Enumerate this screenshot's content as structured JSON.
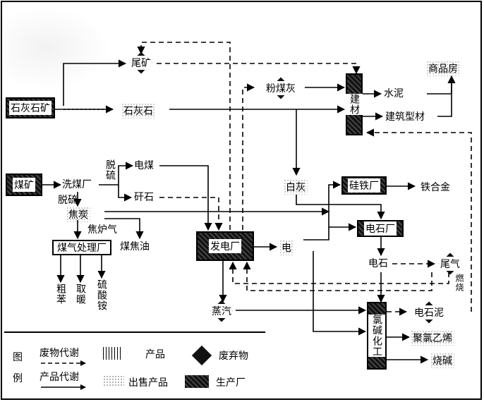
{
  "nodes": {
    "tailings": "尾矿",
    "limestone_mine": "石灰石矿",
    "limestone": "石灰石",
    "fly_ash": "粉煤灰",
    "building_materials_plant": "建材",
    "cement": "水泥",
    "building_profiles": "建筑型材",
    "commercial_housing": "商品房",
    "coal_mine": "煤矿",
    "coal_washing_plant": "洗煤厂",
    "desulfurization_1": "脱硫",
    "desulfurization_2": "脱硫",
    "power_coal": "电煤",
    "gangue": "矸石",
    "coke": "焦炭",
    "coke_oven_gas": "焦炉气",
    "gas_processing_plant": "煤气处理厂",
    "coal_tar": "煤焦油",
    "crude_benzene": "粗苯",
    "heating": "取暖",
    "ammonium_sulfate": "硫酸铵",
    "power_plant": "发电厂",
    "quicklime": "白灰",
    "ferrosilicon_plant": "硅铁厂",
    "ferroalloy": "铁合金",
    "carbide_plant": "电石厂",
    "electricity": "电",
    "calcium_carbide": "电石",
    "tail_gas": "尾气",
    "tail_gas_burn": "燃烧",
    "steam": "蒸汽",
    "chlor_alkali_plant": "氯碱化工",
    "carbide_slag": "电石泥",
    "pvc": "聚氯乙烯",
    "caustic_soda": "烧碱"
  },
  "legend": {
    "title_1": "图",
    "title_2": "例",
    "waste_flow": "废物代谢",
    "product_flow": "产品代谢",
    "product": "产品",
    "waste": "废弃物",
    "sold_product": "出售产品",
    "factory": "生产厂"
  }
}
